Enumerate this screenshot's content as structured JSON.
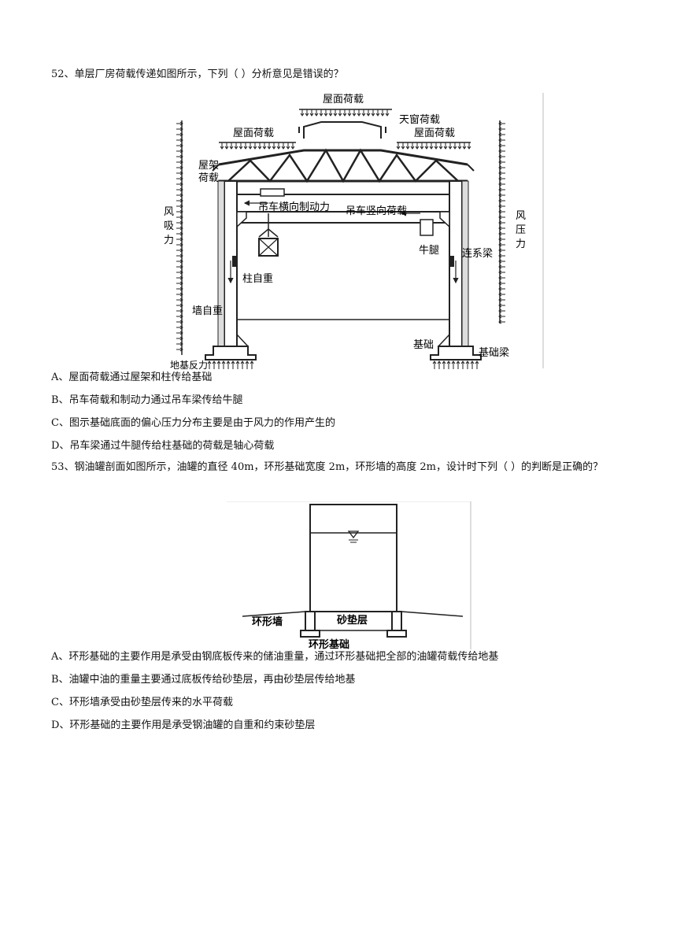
{
  "q52": {
    "stem": "52、单层厂房荷载传递如图所示，下列（    ）分析意见是错误的？",
    "figure_labels": {
      "roof_load_top": "屋面荷载",
      "roof_load_left": "屋面荷载",
      "skylight_load": "天窗荷载",
      "roof_load_right": "屋面荷载",
      "truss_load_1": "屋架",
      "truss_load_2": "荷载",
      "wind_suction_1": "风",
      "wind_suction_2": "吸",
      "wind_suction_3": "力",
      "wind_pressure_1": "风",
      "wind_pressure_2": "压",
      "wind_pressure_3": "力",
      "crane_lateral_brake": "吊车横向制动力",
      "crane_vertical_load": "吊车竖向荷载",
      "corbel": "牛腿",
      "tie_beam": "连系梁",
      "column_self_weight": "柱自重",
      "wall_self_weight": "墙自重",
      "foundation": "基础",
      "foundation_beam": "基础梁",
      "ground_reaction": "地基反力"
    },
    "options": [
      "A、屋面荷载通过屋架和柱传给基础",
      "B、吊车荷载和制动力通过吊车梁传给牛腿",
      "C、图示基础底面的偏心压力分布主要是由于风力的作用产生的",
      "D、吊车梁通过牛腿传给柱基础的荷载是轴心荷载"
    ]
  },
  "q53": {
    "stem": "53、钢油罐剖面如图所示，油罐的直径 40m，环形基础宽度 2m，环形墙的高度 2m，设计时下列（   ）的判断是正确的？",
    "figure_labels": {
      "ring_wall": "环形墙",
      "sand_cushion": "砂垫层",
      "ring_foundation": "环形基础"
    },
    "options": [
      "A、环形基础的主要作用是承受由钢底板传来的储油重量，通过环形基础把全部的油罐荷载传给地基",
      "B、油罐中油的重量主要通过底板传给砂垫层，再由砂垫层传给地基",
      "C、环形墙承受由砂垫层传来的水平荷载",
      "D、环形基础的主要作用是承受钢油罐的自重和约束砂垫层"
    ]
  }
}
